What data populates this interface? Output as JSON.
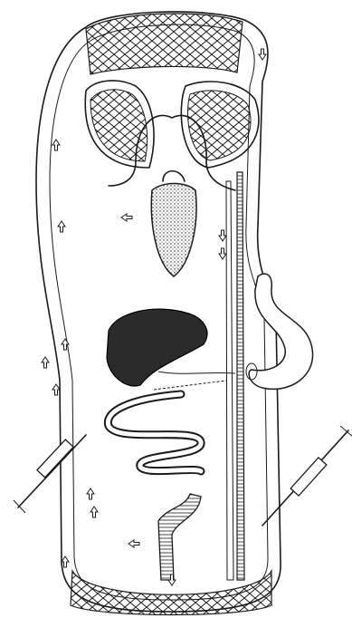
{
  "figure": {
    "description_visible_text": "",
    "colors": {
      "ink": "#1a1a1a",
      "paper": "#ffffff",
      "liver": "#2b2b2b"
    },
    "flow_arrows": [
      "up",
      "up",
      "up",
      "down",
      "down",
      "left",
      "up",
      "up",
      "down",
      "up",
      "up",
      "up",
      "left",
      "down"
    ]
  }
}
